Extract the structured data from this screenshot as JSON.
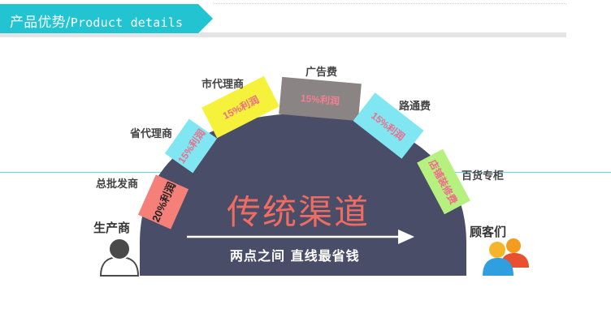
{
  "header": {
    "title_cn": "产品优势/",
    "title_en": "Product details",
    "accent_color": "#21c4d0"
  },
  "diagram": {
    "main_label": "传统渠道",
    "sub_label": "两点之间 直线最省钱",
    "start_label": "生产商",
    "end_label": "顾客们",
    "stages": [
      {
        "name": "总批发商",
        "margin": "20%利润",
        "color": "#f5807a"
      },
      {
        "name": "省代理商",
        "margin": "15%利润",
        "color": "#7fe6f2"
      },
      {
        "name": "市代理商",
        "margin": "15%利润",
        "color": "#f6f13a"
      },
      {
        "name": "广告费",
        "margin": "15%利润",
        "color": "#8a8484"
      },
      {
        "name": "路通费",
        "margin": "15%利润",
        "color": "#7fe6f2"
      },
      {
        "name": "百货专柜",
        "margin": "店铺装修费",
        "color": "#b6f07e"
      }
    ],
    "dome_color": "#4a4d67"
  }
}
